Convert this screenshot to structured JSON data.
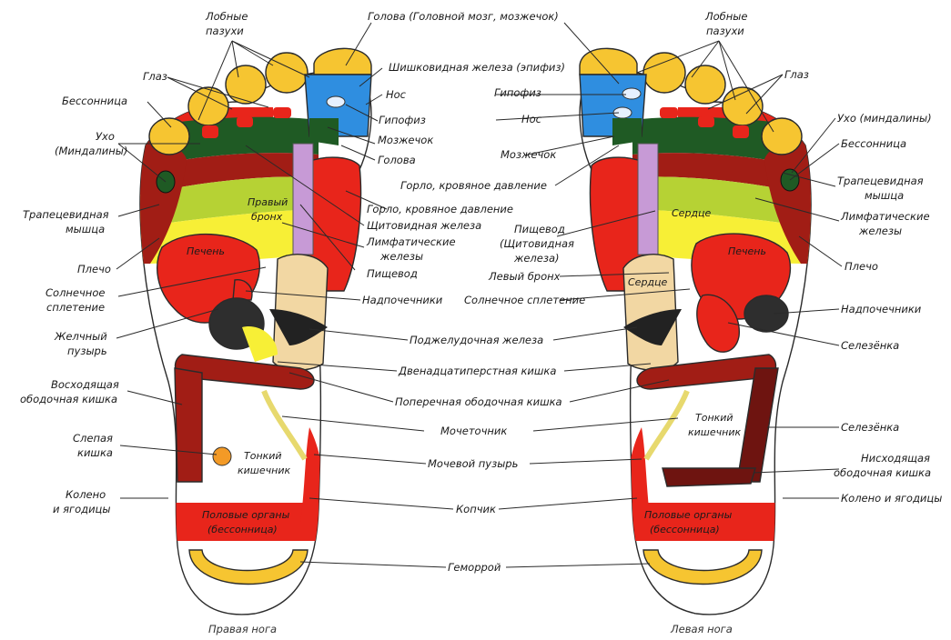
{
  "colors": {
    "yellow": "#f6c531",
    "blue": "#2f8ee0",
    "red": "#e8251b",
    "dark_red": "#a11d15",
    "dark_green": "#1f5a24",
    "light_green": "#b6d234",
    "bright_yellow": "#f7ef36",
    "beige": "#f2d7a3",
    "lilac": "#c79ad6",
    "maroon": "#6e1410",
    "orange": "#f39a26"
  },
  "captions": {
    "right_foot": "Правая нога",
    "left_foot": "Левая нога"
  },
  "zones": {
    "right_bronchus_1": "Правый",
    "right_bronchus_2": "бронх",
    "liver_right": "Печень",
    "small_int_right_1": "Тонкий",
    "small_int_right_2": "кишечник",
    "genitals_right_1": "Половые органы",
    "genitals_right_2": "(бессонница)",
    "heart_upper": "Сердце",
    "heart_lower": "Сердце",
    "liver_left": "Печень",
    "small_int_left_1": "Тонкий",
    "small_int_left_2": "кишечник",
    "genitals_left_1": "Половые органы",
    "genitals_left_2": "(бессонница)"
  },
  "labels": {
    "frontal_sinus_l1": "Лобные",
    "frontal_sinus_l2": "пазухи",
    "eye_l": "Глаз",
    "insomnia_l": "Бессонница",
    "ear_l1": "Ухо",
    "ear_l2": "(Миндалины)",
    "trapezius_l1": "Трапецевидная",
    "trapezius_l2": "мышца",
    "shoulder_l": "Плечо",
    "solar_l1": "Солнечное",
    "solar_l2": "сплетение",
    "gallbladder_1": "Желчный",
    "gallbladder_2": "пузырь",
    "ascending_1": "Восходящая",
    "ascending_2": "ободочная кишка",
    "caecum_1": "Слепая",
    "caecum_2": "кишка",
    "knee_l1": "Колено",
    "knee_l2": "и ягодицы",
    "head_brain": "Голова (Головной мозг, мозжечок)",
    "pineal": "Шишковидная железа (эпифиз)",
    "nose_r": "Нос",
    "pituitary_r": "Гипофиз",
    "cerebellum_r": "Мозжечок",
    "head_r": "Голова",
    "throat_r": "Горло, кровяное давление",
    "thyroid_r": "Щитовидная железа",
    "lymph_r1": "Лимфатические",
    "lymph_r2": "железы",
    "esophagus_r": "Пищевод",
    "adrenals_r": "Надпочечники",
    "pancreas": "Поджелудочная железа",
    "duodenum": "Двенадцатиперстная кишка",
    "transverse": "Поперечная ободочная кишка",
    "ureter": "Мочеточник",
    "bladder": "Мочевой пузырь",
    "coccyx": "Копчик",
    "hemorrhoids": "Геморрой",
    "frontal_sinus_r1": "Лобные",
    "frontal_sinus_r2": "пазухи",
    "eye_r": "Глаз",
    "pituitary_l": "Гипофиз",
    "nose_l": "Нос",
    "cerebellum_l": "Мозжечок",
    "throat_l": "Горло, кровяное давление",
    "esophagus_l1": "Пищевод",
    "esophagus_l2": "(Щитовидная",
    "esophagus_l3": "железа)",
    "left_bronchus": "Левый бронх",
    "solar_r": "Солнечное сплетение",
    "ear_r": "Ухо (миндалины)",
    "insomnia_r": "Бессонница",
    "trapezius_r1": "Трапецевидная",
    "trapezius_r2": "мышца",
    "lymph_l1": "Лимфатические",
    "lymph_l2": "железы",
    "shoulder_r": "Плечо",
    "adrenals_l": "Надпочечники",
    "spleen_1": "Селезёнка",
    "spleen_2": "Селезёнка",
    "descending_1": "Нисходящая",
    "descending_2": "ободочная кишка",
    "knee_r": "Колено и ягодицы"
  }
}
